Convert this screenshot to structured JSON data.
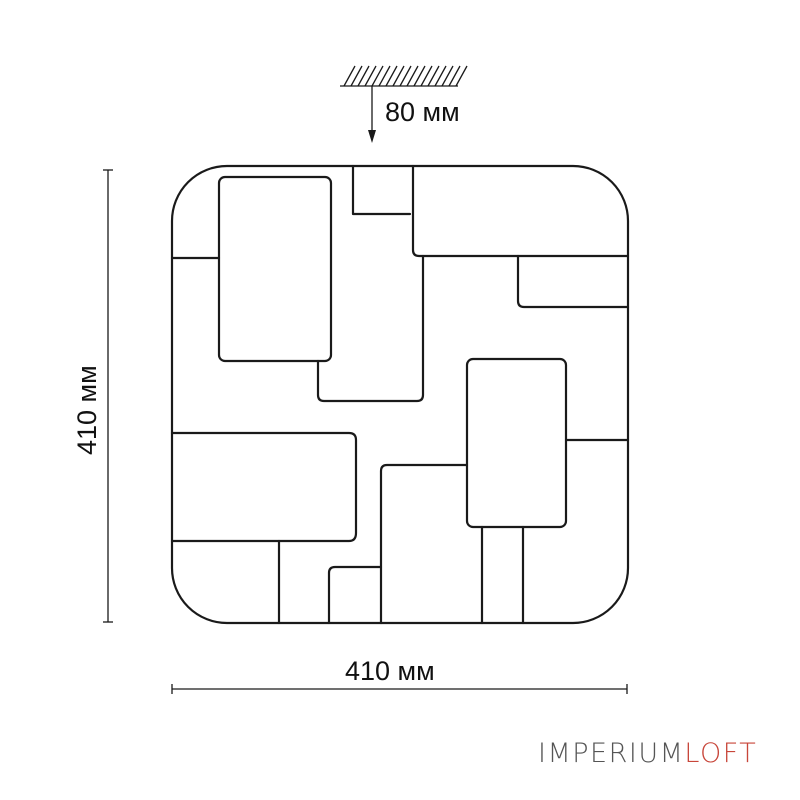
{
  "dimensions": {
    "mount_height": "80 мм",
    "height": "410 мм",
    "width": "410 мм"
  },
  "brand": {
    "part1": "IMPERIUM",
    "part2": "LOFT",
    "color1": "#555555",
    "color2": "#c8463a"
  },
  "icons": {
    "ceiling": "ceiling-hatch-icon",
    "arrow": "arrow-down-icon"
  }
}
